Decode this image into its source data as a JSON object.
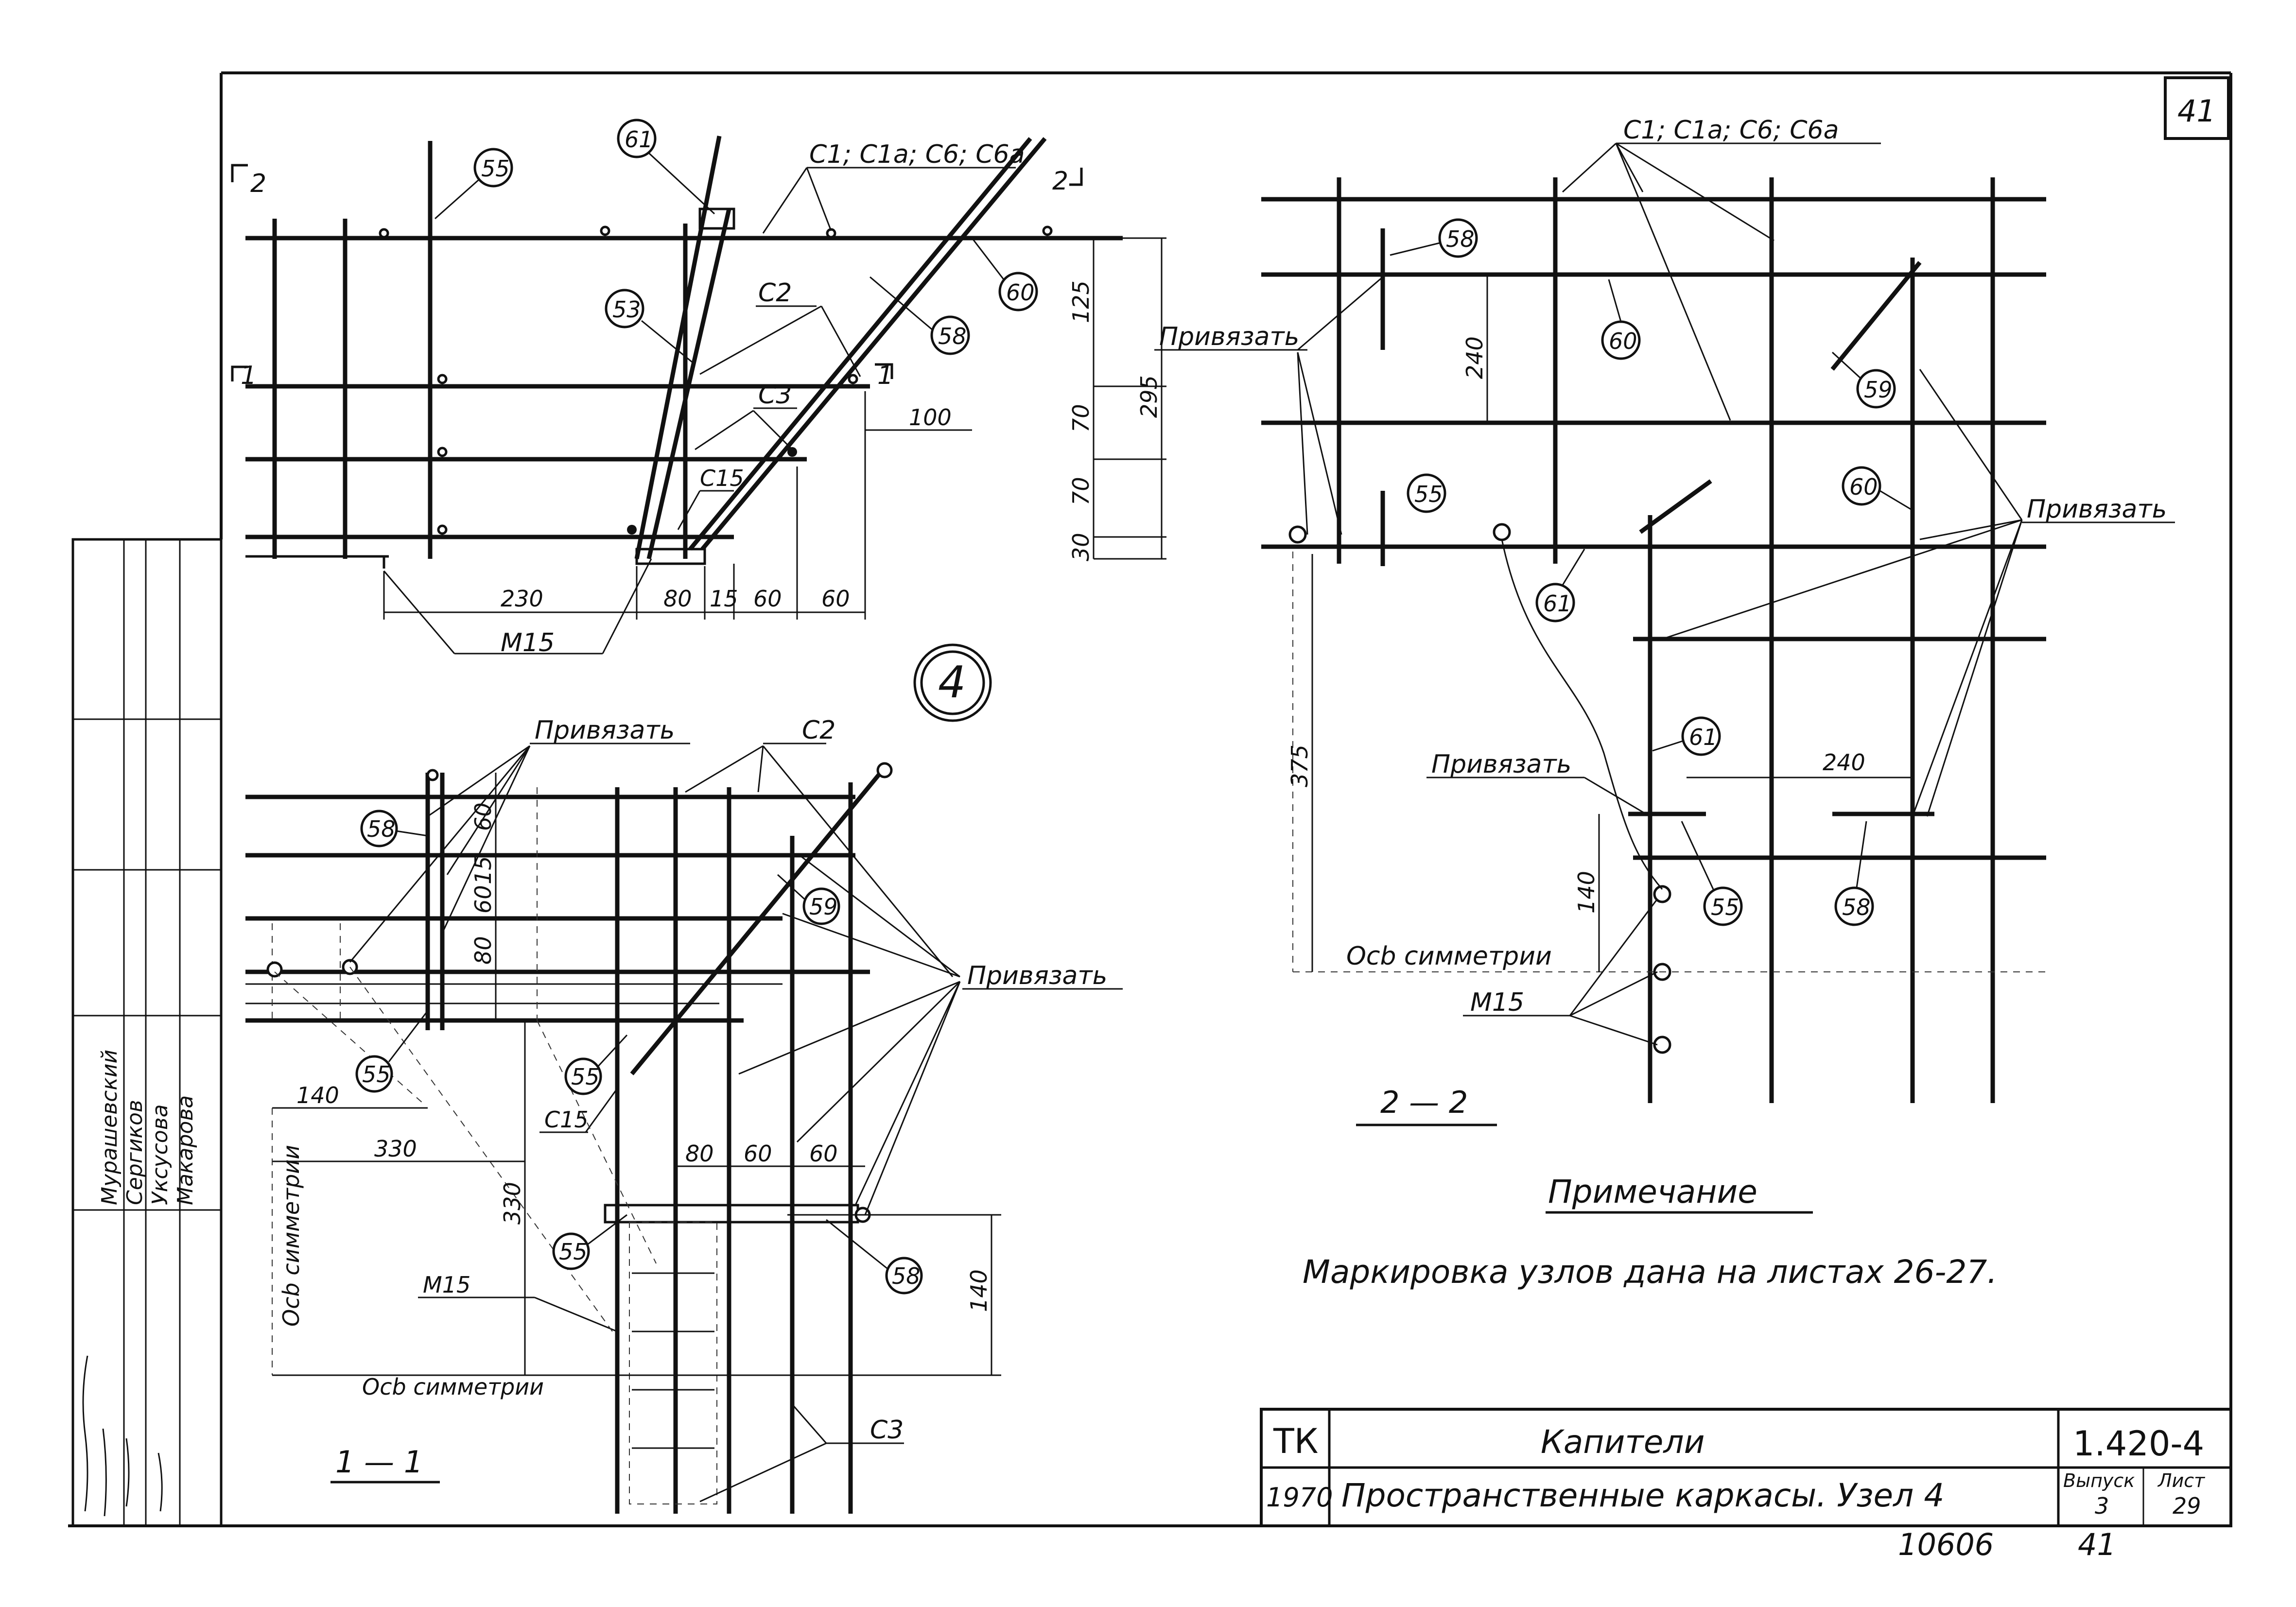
{
  "sheet": {
    "sheet_corner_number": "41",
    "node_title": "4",
    "bottom_numbers": [
      "10606",
      "41"
    ]
  },
  "view_top": {
    "section_marks": [
      "2",
      "2",
      "1",
      "1"
    ],
    "labels": {
      "c1_group": "С1; С1а; С6; С6а",
      "c2": "С2",
      "c3": "С3",
      "c15": "С15",
      "m15": "М15"
    },
    "callouts": [
      "61",
      "55",
      "53",
      "58",
      "60"
    ],
    "dims_vertical": [
      "125",
      "70",
      "70",
      "30",
      "295"
    ],
    "dims_horizontal": [
      "230",
      "80",
      "15",
      "60",
      "60",
      "100"
    ]
  },
  "view_1_1": {
    "section_title": "1 — 1",
    "labels": {
      "tie_top": "Привязать",
      "tie_right": "Привязать",
      "c2": "С2",
      "c3": "С3",
      "c15": "С15",
      "m15": "М15",
      "axis_left": "Осb симметрии",
      "axis_bottom": "Осb симметрии"
    },
    "callouts": [
      "58",
      "59",
      "55",
      "55",
      "55",
      "58"
    ],
    "dims": [
      "60",
      "15",
      "60",
      "80",
      "140",
      "330",
      "330",
      "80",
      "60",
      "60",
      "140"
    ]
  },
  "view_2_2": {
    "section_title": "2 — 2",
    "labels": {
      "c1_group": "С1; С1а; С6; С6а",
      "tie_left": "Привязать",
      "tie_right": "Привязать",
      "tie_mid": "Привязать",
      "axis": "Осb симметрии",
      "m15": "М15"
    },
    "callouts": [
      "58",
      "60",
      "59",
      "55",
      "60",
      "61",
      "61",
      "55",
      "58"
    ],
    "dims": [
      "240",
      "375",
      "240",
      "140"
    ]
  },
  "note": {
    "heading": "Примечание",
    "text": "Маркировка узлов дана на листах 26-27."
  },
  "title_block": {
    "org": "ТК",
    "year": "1970",
    "title_main": "Капители",
    "title_sub": "Пространственные каркасы. Узел 4",
    "series": "1.420-4",
    "issue_label": "Выпуск",
    "issue_value": "3",
    "sheet_label": "Лист",
    "sheet_value": "29"
  },
  "side_stamp": {
    "names": [
      "Мурашевский",
      "Сергиков",
      "Уксусова",
      "Макарова"
    ]
  }
}
